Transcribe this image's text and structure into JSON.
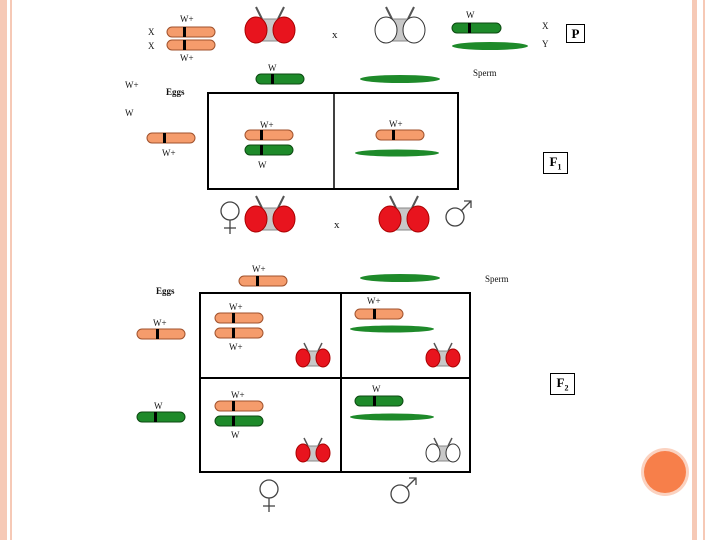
{
  "colors": {
    "orange_chromosome": "#f59c6c",
    "green_chromosome": "#1e8a2a",
    "red_eye": "#e8141e",
    "white_eye": "#ffffff",
    "body_gray": "#c8c8c8",
    "accent_dot": "#f77f4a",
    "side_bar": "#f6c9b6"
  },
  "labels": {
    "w_plus": "W+",
    "w": "W",
    "x": "X",
    "y": "Y",
    "cross": "x",
    "eggs": "Eggs",
    "sperm": "Sperm"
  },
  "generations": {
    "p": "P",
    "f1_main": "F",
    "f1_sub": "1",
    "f2_main": "F",
    "f2_sub": "2"
  },
  "symbols": {
    "female": "female-symbol",
    "male": "male-symbol"
  }
}
